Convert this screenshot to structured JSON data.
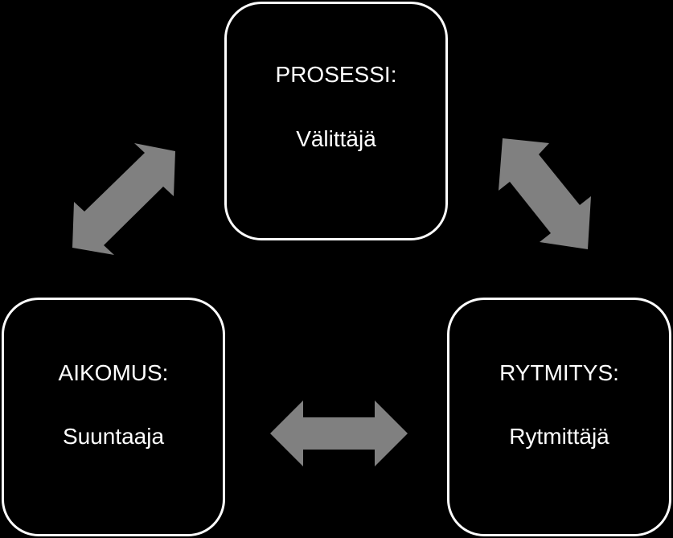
{
  "colors": {
    "background": "#000000",
    "box_border": "#ffffff",
    "text": "#ffffff",
    "arrow_fill": "#808080"
  },
  "nodes": {
    "prosessi": {
      "title": "PROSESSI:",
      "role": "Välittäjä"
    },
    "aikomus": {
      "title": "AIKOMUS:",
      "role": "Suuntaaja"
    },
    "rytmitys": {
      "title": "RYTMITYS:",
      "role": "Rytmittäjä"
    }
  },
  "arrows": [
    {
      "from": "aikomus",
      "to": "prosessi",
      "style": "double-headed"
    },
    {
      "from": "prosessi",
      "to": "rytmitys",
      "style": "double-headed"
    },
    {
      "from": "aikomus",
      "to": "rytmitys",
      "style": "double-headed"
    }
  ]
}
